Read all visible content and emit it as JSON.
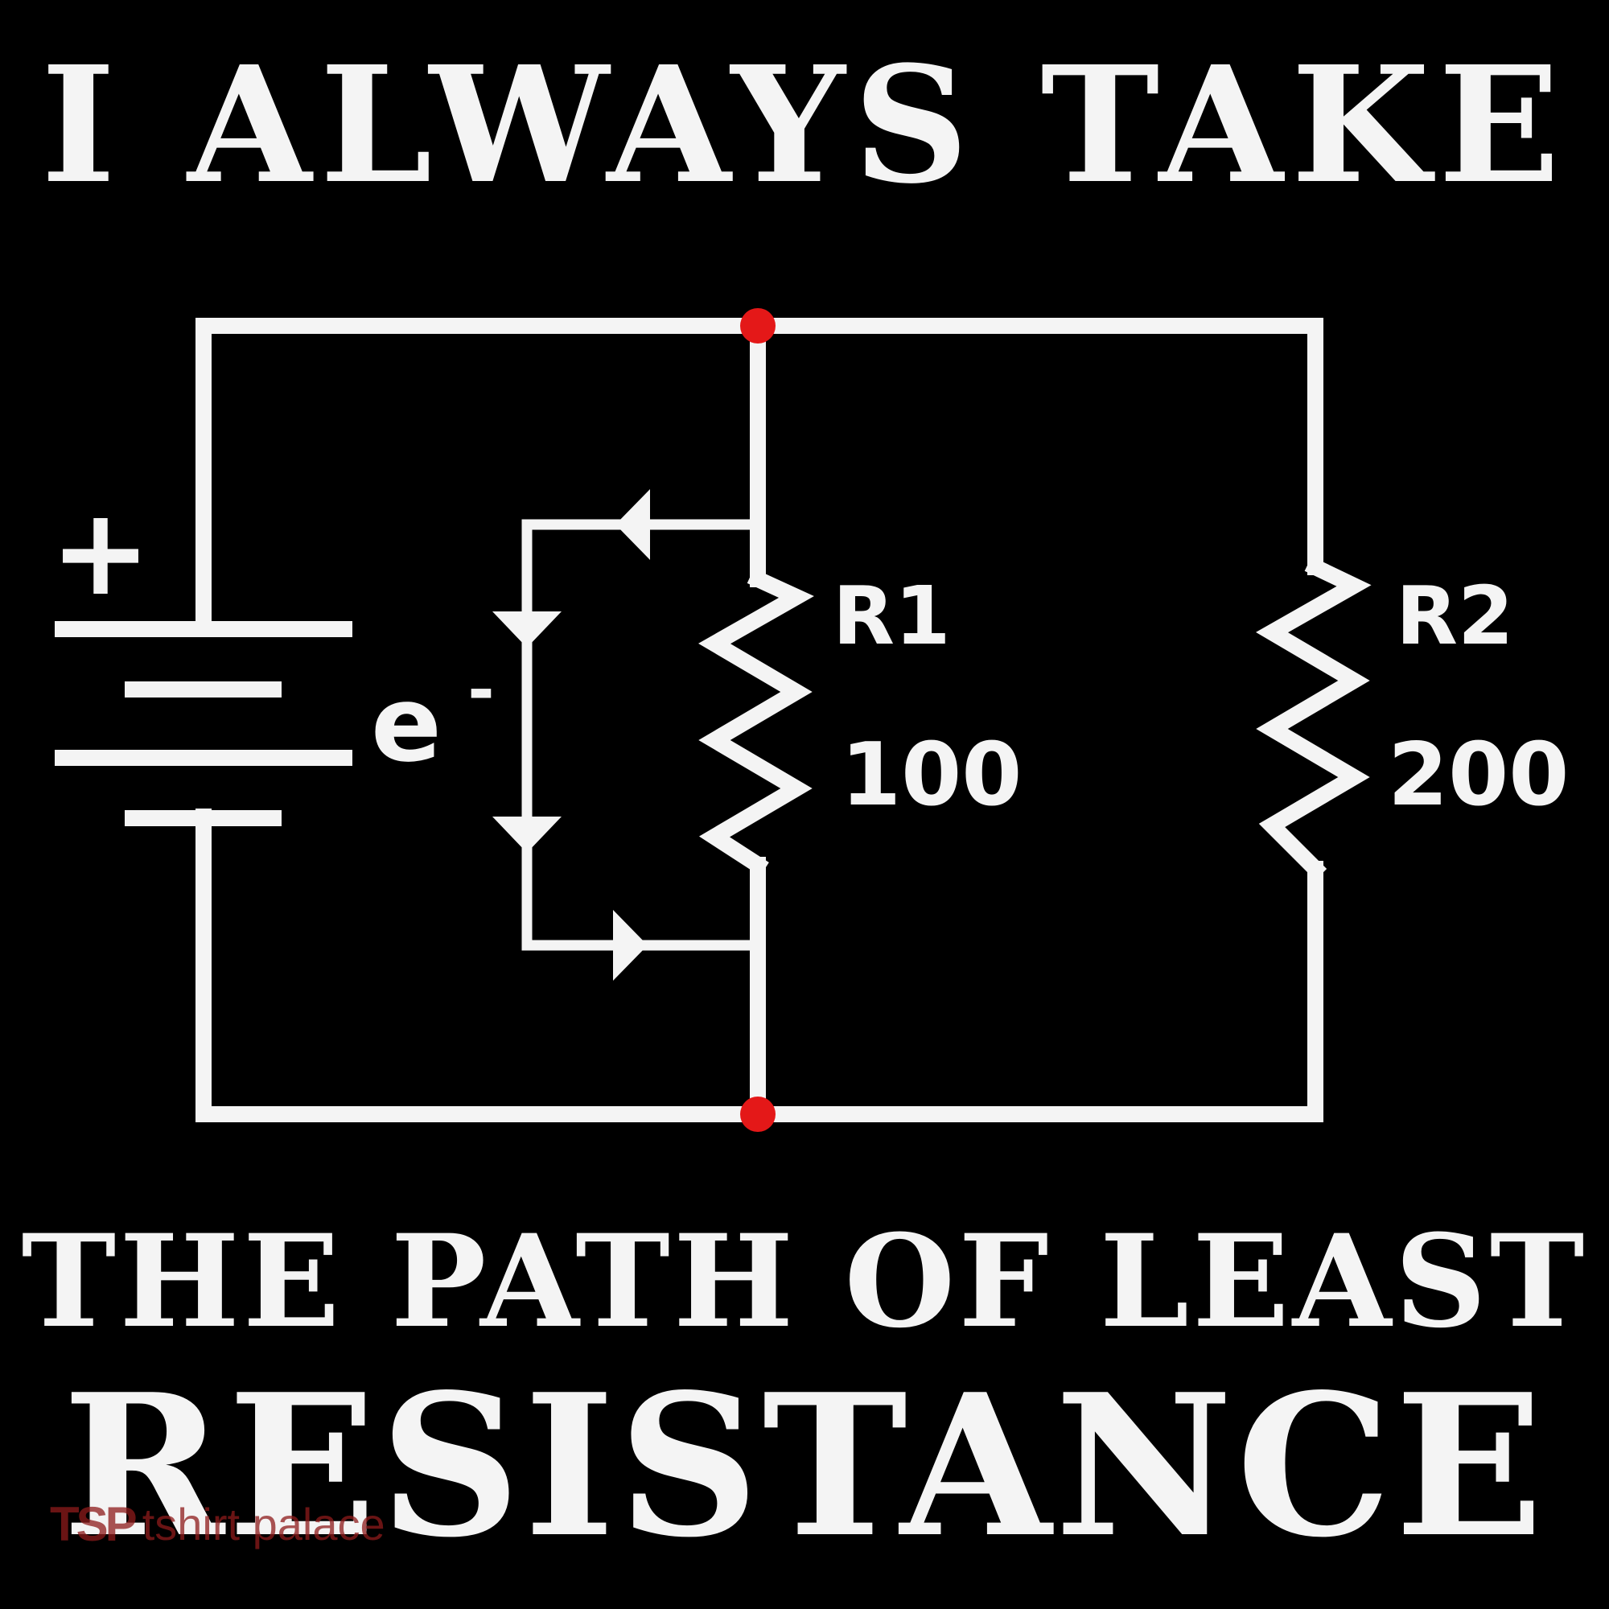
{
  "headline": {
    "line1": "I ALWAYS TAKE",
    "line2": "THE PATH OF LEAST",
    "line3": "RESISTANCE"
  },
  "circuit": {
    "battery_plus": "+",
    "electron_label": "e",
    "electron_superscript": "-",
    "r1_name": "R1",
    "r1_value": "100",
    "r2_name": "R2",
    "r2_value": "200"
  },
  "colors": {
    "background": "#000000",
    "line": "#f4f4f4",
    "node": "#e41818"
  },
  "watermark": {
    "logo": "TSP",
    "text": "tshirt palace"
  }
}
